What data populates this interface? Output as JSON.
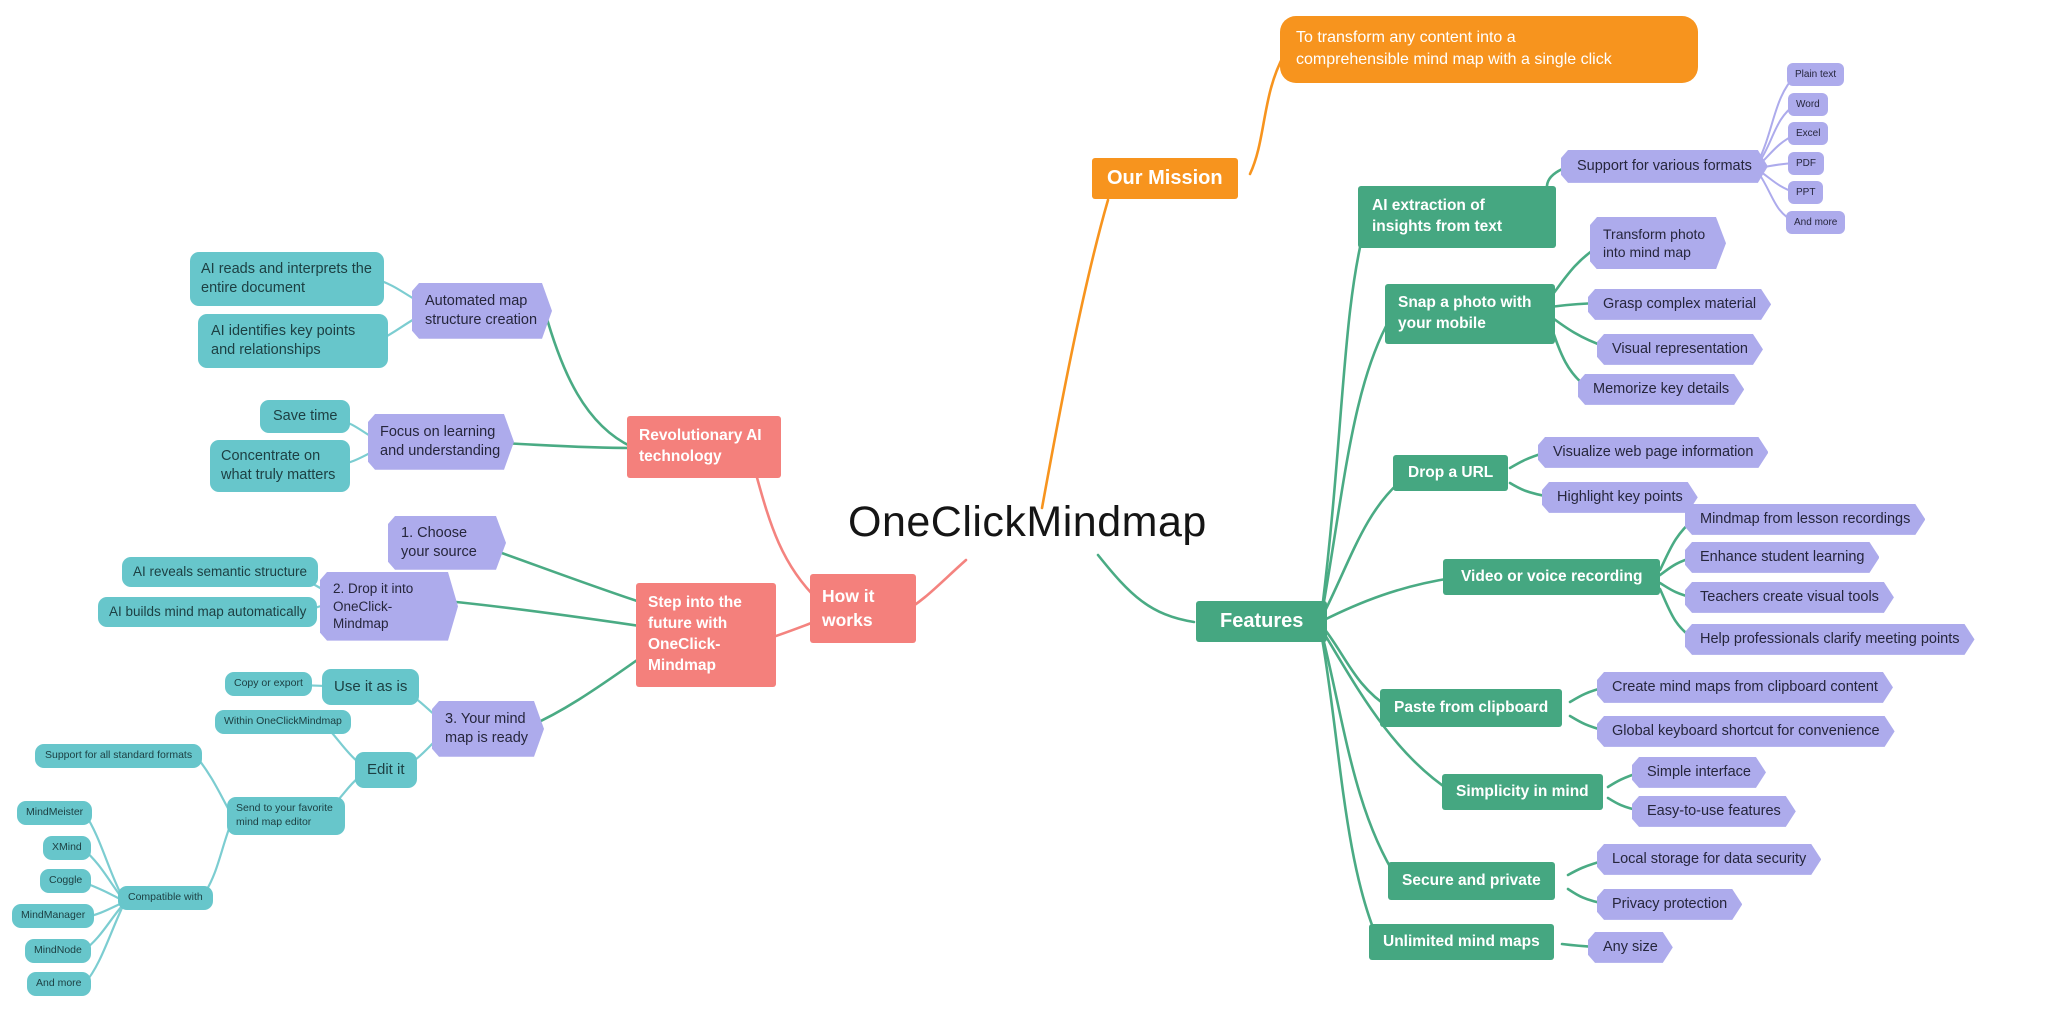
{
  "colors": {
    "orange": "#F7941E",
    "salmon": "#F4807C",
    "green": "#45A781",
    "teal": "#67C6CB",
    "purple": "#ADABEC"
  },
  "center": {
    "title": "OneClickMindmap"
  },
  "mission": {
    "label": "Our Mission",
    "statement": "To transform any content into a comprehensible mind map with a single click"
  },
  "how": {
    "label": "How it works",
    "revolutionary": {
      "label": "Revolutionary AI technology",
      "automated": {
        "label": "Automated map structure creation",
        "ai_reads": "AI reads and interprets the entire document",
        "ai_identifies": "AI identifies key points and relationships"
      },
      "focus": {
        "label": "Focus on learning and understanding",
        "save_time": "Save time",
        "concentrate": "Concentrate on what truly matters"
      }
    },
    "step": {
      "label": "Step into the future with OneClick-Mindmap",
      "choose": "1. Choose your source",
      "drop": {
        "label": "2. Drop it into OneClick-Mindmap",
        "reveals": "AI reveals semantic structure",
        "builds": "AI builds mind map automatically"
      },
      "ready": {
        "label": "3. Your mind map is ready",
        "use": {
          "label": "Use it as is",
          "copy": "Copy or export"
        },
        "edit": {
          "label": "Edit it",
          "within": "Within OneClickMindmap",
          "send": {
            "label": "Send to your favorite mind map editor",
            "support": "Support for all standard formats",
            "compatible": {
              "label": "Compatible with",
              "tools": [
                "MindMeister",
                "XMind",
                "Coggle",
                "MindManager",
                "MindNode",
                "And more"
              ]
            }
          }
        }
      }
    }
  },
  "features": {
    "label": "Features",
    "ai_extraction": {
      "label": "AI extraction of insights from text",
      "support_formats": {
        "label": "Support for various formats",
        "formats": [
          "Plain text",
          "Word",
          "Excel",
          "PDF",
          "PPT",
          "And more"
        ]
      }
    },
    "snap": {
      "label": "Snap a photo with your mobile",
      "children": [
        "Transform photo into mind map",
        "Grasp complex material",
        "Visual representation",
        "Memorize key details"
      ]
    },
    "drop_url": {
      "label": "Drop a URL",
      "children": [
        "Visualize web page information",
        "Highlight key points"
      ]
    },
    "video": {
      "label": "Video or voice recording",
      "children": [
        "Mindmap from lesson recordings",
        "Enhance student learning",
        "Teachers create visual tools",
        "Help professionals clarify meeting points"
      ]
    },
    "paste": {
      "label": "Paste from clipboard",
      "children": [
        "Create mind maps from clipboard content",
        "Global keyboard shortcut for convenience"
      ]
    },
    "simplicity": {
      "label": "Simplicity in mind",
      "children": [
        "Simple interface",
        "Easy-to-use features"
      ]
    },
    "secure": {
      "label": "Secure and private",
      "children": [
        "Local storage for data security",
        "Privacy protection"
      ]
    },
    "unlimited": {
      "label": "Unlimited mind maps",
      "children": [
        "Any size"
      ]
    }
  }
}
